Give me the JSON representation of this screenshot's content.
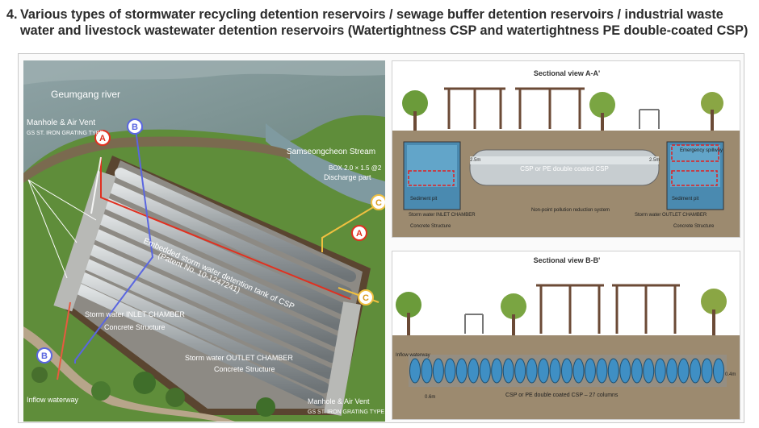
{
  "heading": {
    "number": "4.",
    "text": "Various types of stormwater recycling detention reservoirs / sewage buffer detention reservoirs / industrial waste water and livestock wastewater detention reservoirs (Watertightness CSP and watertightness PE double-coated CSP)"
  },
  "aerial": {
    "river": "Geumgang river",
    "manhole_top": "Manhole & Air Vent",
    "manhole_top_type": "GS ST. IRON GRATING TYPE",
    "stream": "Samseongcheon Stream",
    "box": "BOX 2.0 × 1.5 @2",
    "discharge": "Discharge part",
    "tank_line1": "Embedded storm water detention tank of CSP",
    "tank_line2": "(Patent No. 10-1247241)",
    "inlet_chamber": "Storm water INLET CHAMBER",
    "inlet_concrete": "Concrete Structure",
    "outlet_chamber": "Storm water OUTLET CHAMBER",
    "outlet_concrete": "Concrete Structure",
    "inflow": "Inflow waterway",
    "manhole_bottom": "Manhole & Air Vent",
    "manhole_bottom_type": "GS ST. IRON GRATING TYPE",
    "marker_a": "A",
    "marker_b": "B",
    "marker_c": "C"
  },
  "section_a": {
    "title": "Sectional view A-A'",
    "pipe": "CSP or PE double coated CSP",
    "emergency": "Emergency spillway",
    "sediment_left": "Sediment pit",
    "sediment_right": "Sediment pit",
    "inlet": "Storm water INLET CHAMBER",
    "outlet": "Storm water OUTLET CHAMBER",
    "concrete_left": "Concrete Structure",
    "concrete_right": "Concrete Structure",
    "nonpoint": "Non-point pollution reduction system",
    "dim_2m_left": "2.5m",
    "dim_2m_right": "2.5m"
  },
  "section_b": {
    "title": "Sectional view B-B'",
    "inflow": "Inflow waterway",
    "pipes": "CSP or PE double coated CSP – 27 columns",
    "dim_right": "0.4m",
    "dim_left": "0.6m"
  }
}
